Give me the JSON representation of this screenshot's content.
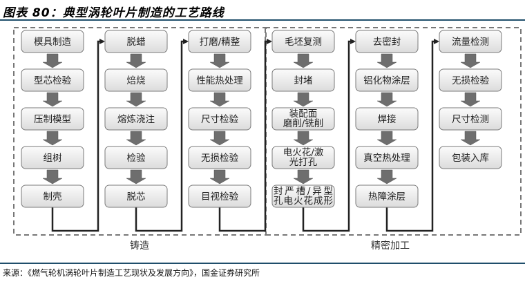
{
  "title": "图表 80：典型涡轮叶片制造的工艺路线",
  "source": "来源：《燃气轮机涡轮叶片制造工艺现状及发展方向》，国金证券研究所",
  "groups": [
    {
      "label": "铸造",
      "columns": [
        [
          "模具制造",
          "型芯检验",
          "压制模型",
          "组树",
          "制壳"
        ],
        [
          "脱蜡",
          "焙烧",
          "熔炼浇注",
          "检验",
          "脱芯"
        ],
        [
          "打磨/精整",
          "性能热处理",
          "尺寸检验",
          "无损检验",
          "目视检验"
        ]
      ]
    },
    {
      "label": "精密加工",
      "columns": [
        [
          "毛坯复测",
          "封堵",
          "装配面\n磨削/铣削",
          "电火花/激\n光打孔",
          "封严槽/异型\n孔电火花成形"
        ],
        [
          "去密封",
          "铝化物涂层",
          "焊接",
          "真空热处理",
          "热障涂层"
        ],
        [
          "流量检测",
          "无损检验",
          "尺寸检测",
          "包装入库"
        ]
      ]
    }
  ],
  "colors": {
    "rule": "#1f4e6b",
    "box_fill_top": "#fbfbfb",
    "box_fill_bottom": "#dcdcdc",
    "box_stroke": "#7a7a7a",
    "arrow_fill": "#6e6e6e",
    "connector": "#222222",
    "dash": "#777777"
  }
}
